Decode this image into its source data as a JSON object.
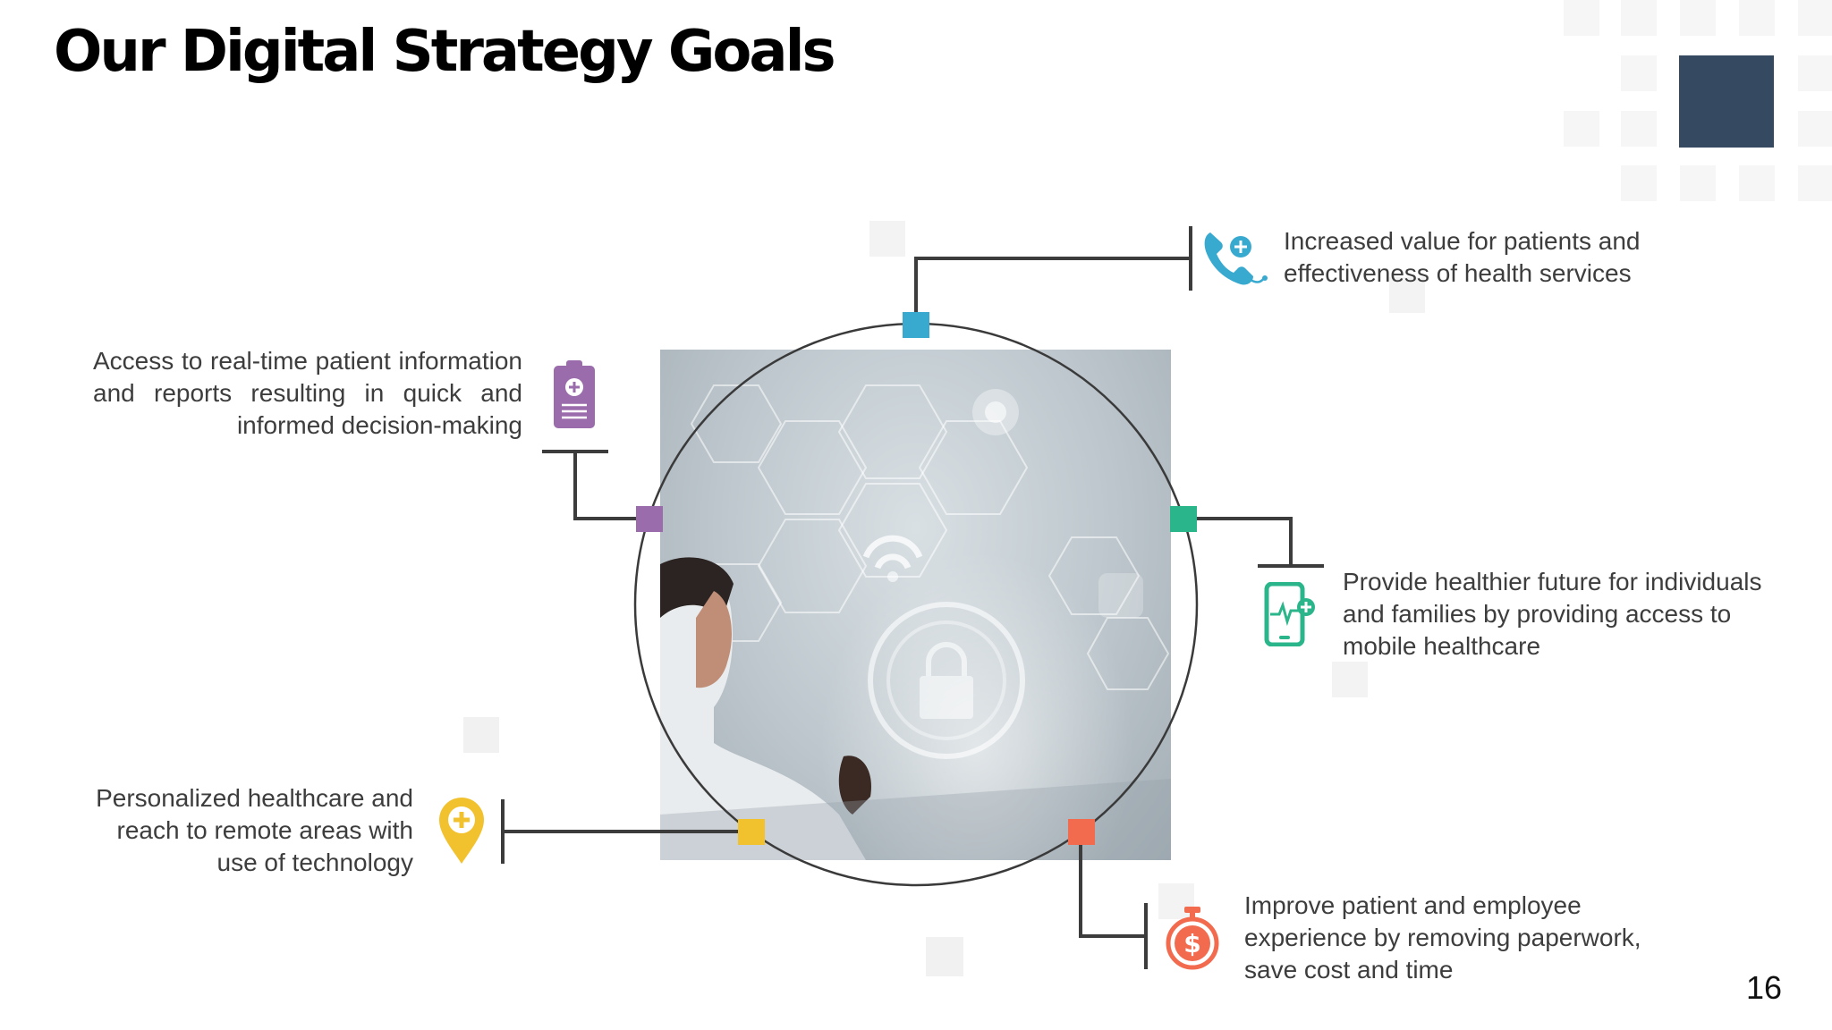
{
  "title": "Our Digital Strategy Goals",
  "page_number": "16",
  "goals": [
    {
      "id": "health-value",
      "text": "Increased value for patients and effectiveness of health services",
      "icon": "phone-plus-icon",
      "color": "#38a9cf"
    },
    {
      "id": "realtime-info",
      "text": "Access to real-time patient information and reports resulting in quick and informed decision-making",
      "icon": "clipboard-medical-icon",
      "color": "#9a6cab"
    },
    {
      "id": "mobile-healthcare",
      "text": "Provide healthier future for individuals and families by providing access to mobile healthcare",
      "icon": "mobile-heartbeat-icon",
      "color": "#2bb58a"
    },
    {
      "id": "personalized-care",
      "text": "Personalized healthcare and reach to remote areas with use of technology",
      "icon": "location-plus-icon",
      "color": "#f2c12e"
    },
    {
      "id": "paperless",
      "text": "Improve patient and employee experience by removing paperwork, save cost and time",
      "icon": "stopwatch-dollar-icon",
      "color": "#f26b4f"
    }
  ]
}
